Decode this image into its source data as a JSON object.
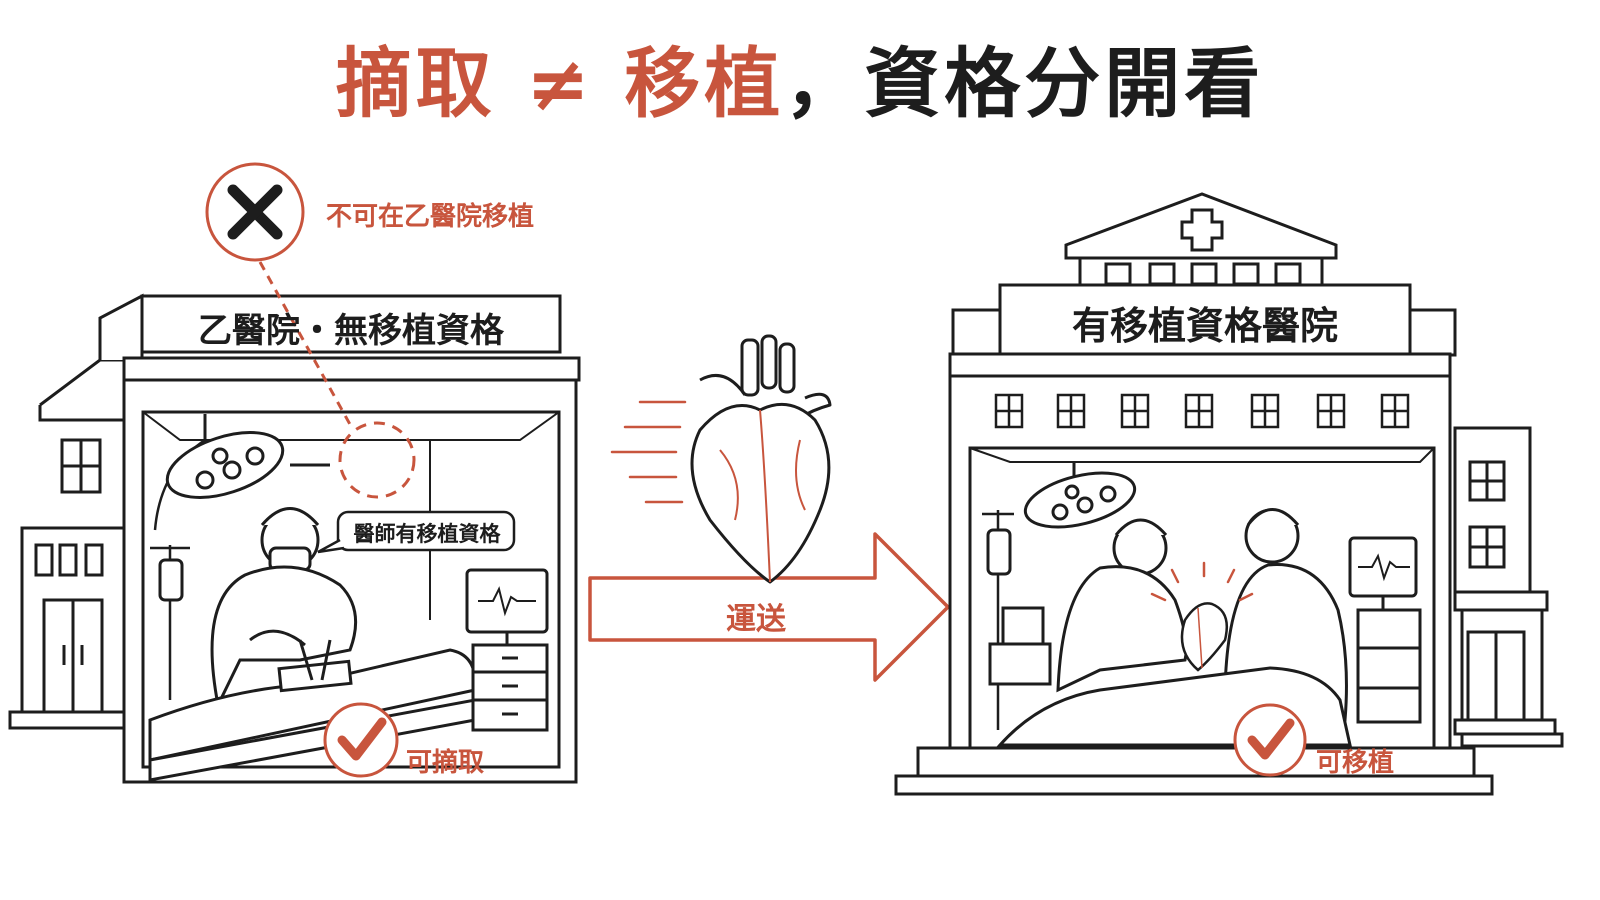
{
  "title": {
    "highlight": "摘取 ≠ 移植",
    "rest": "，資格分開看"
  },
  "left_hospital": {
    "sign": "乙醫院・無移植資格",
    "x_note": "不可在乙醫院移植",
    "doctor_note": "醫師有移植資格",
    "check_label": "可摘取"
  },
  "transport_label": "運送",
  "right_hospital": {
    "sign": "有移植資格醫院",
    "check_label": "可移植"
  },
  "colors": {
    "accent": "#c8553d",
    "ink": "#1d1d1d",
    "background": "#ffffff"
  },
  "icons": {
    "x_mark": "cross-icon",
    "check_mark": "check-icon",
    "hospital_cross": "medical-cross-icon",
    "organ": "heart-icon"
  }
}
